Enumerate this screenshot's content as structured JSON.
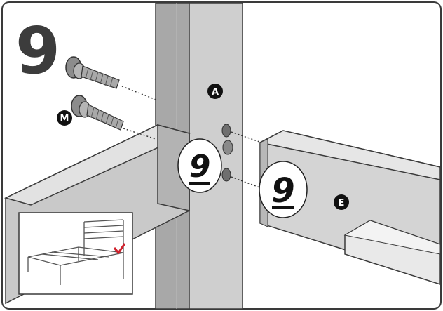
{
  "step": {
    "number": "9"
  },
  "labels": {
    "post": "A",
    "bolt": "M",
    "rail": "E"
  },
  "decals": {
    "post": "9",
    "rail": "9"
  },
  "colors": {
    "steel_light": "#d9d9d9",
    "steel_mid": "#bfbfbf",
    "steel_dark": "#9f9f9f",
    "outline": "#3a3a3a",
    "check": "#d0202b"
  },
  "icons": [
    "bolt-icon",
    "check-icon"
  ]
}
